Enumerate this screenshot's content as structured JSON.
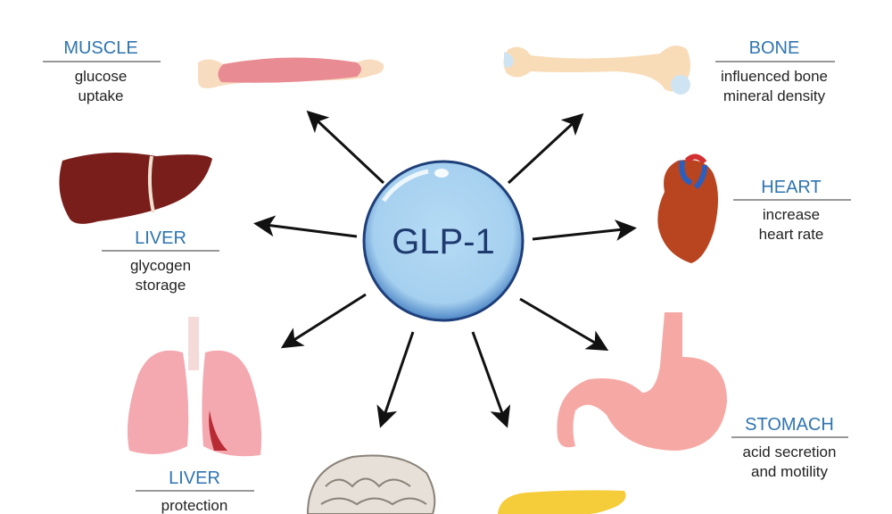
{
  "center": {
    "label": "GLP-1"
  },
  "organs": [
    {
      "title": "MUSCLE",
      "lines": [
        "glucose",
        "uptake"
      ]
    },
    {
      "title": "BONE",
      "lines": [
        "influenced bone",
        "mineral density"
      ]
    },
    {
      "title": "HEART",
      "lines": [
        "increase",
        "heart rate"
      ]
    },
    {
      "title": "LIVER",
      "lines": [
        "glycogen",
        "storage"
      ]
    },
    {
      "title": "LIVER",
      "lines": [
        "protection"
      ]
    },
    {
      "title": "STOMACH",
      "lines": [
        "acid secretion",
        "and motility"
      ]
    }
  ],
  "colors": {
    "title": "#2f74b0",
    "circle": "#a9d3f0",
    "circle_border": "#1f3f7a"
  }
}
